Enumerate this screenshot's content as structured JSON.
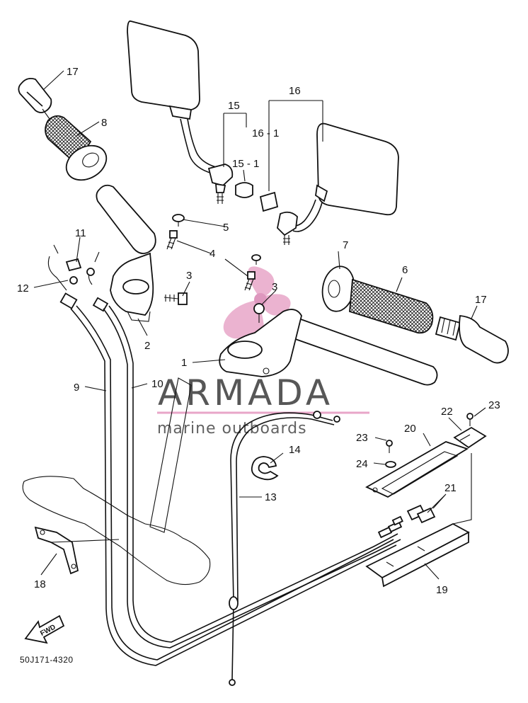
{
  "callouts": {
    "c1": "1",
    "c2": "2",
    "c3a": "3",
    "c3b": "3",
    "c4": "4",
    "c5": "5",
    "c6": "6",
    "c7": "7",
    "c8": "8",
    "c9": "9",
    "c10": "10",
    "c11": "11",
    "c12": "12",
    "c13": "13",
    "c14": "14",
    "c15": "15",
    "c15_1": "15 - 1",
    "c16": "16",
    "c16_1": "16 - 1",
    "c17a": "17",
    "c17b": "17",
    "c18": "18",
    "c19": "19",
    "c20": "20",
    "c21": "21",
    "c22": "22",
    "c23a": "23",
    "c23b": "23",
    "c24": "24"
  },
  "part_code": "50J171-4320",
  "fwd_label": "FWD",
  "watermark": {
    "brand": "ARMADA",
    "sub": "marine outboards",
    "accent_color": "#e8a6c8",
    "text_color": "#3a3a3a"
  }
}
